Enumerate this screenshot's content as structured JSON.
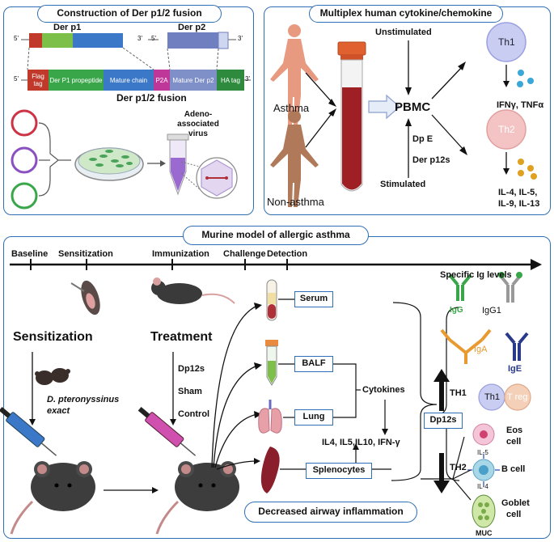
{
  "panel_a": {
    "title": "Construction of Der p1/2 fusion",
    "der_p1": "Der p1",
    "der_p2": "Der p2",
    "end5": "5'",
    "end3": "3'",
    "segments": [
      "Flag tag",
      "Der P1 propeptide",
      "Mature chain",
      "P2A",
      "Mature Der p2",
      "HA tag"
    ],
    "fusion_label": "Der p1/2  fusion",
    "aav_label": "Adeno-associated virus"
  },
  "panel_b": {
    "title": "Multiplex human cytokine/chemokine",
    "asthma": "Asthma",
    "non_asthma": "Non-asthma",
    "unstimulated": "Unstimulated",
    "stimulated": "Stimulated",
    "pbmc": "PBMC",
    "dp_e": "Dp E",
    "der_p12s": "Der p12s",
    "th1": "Th1",
    "th2": "Th2",
    "th1_cytokines": "IFNγ, TNFα",
    "th2_cytokines_line1": "IL-4, IL-5,",
    "th2_cytokines_line2": "IL-9, IL-13"
  },
  "panel_c": {
    "title": "Murine model of allergic asthma",
    "timeline": [
      "Baseline",
      "Sensitization",
      "Immunization",
      "Challenge",
      "Detection"
    ],
    "sensitization_heading": "Sensitization",
    "treatment_heading": "Treatment",
    "mite_line1": "D. pteronyssinus",
    "mite_line2": "exact",
    "treatments": [
      "Dp12s",
      "Sham",
      "Control"
    ],
    "samples": [
      "Serum",
      "BALF",
      "Lung",
      "Splenocytes"
    ],
    "cytokines_label": "Cytokines",
    "cytokine_list": "IL4, IL5,IL10, IFN-γ",
    "specific_ig": "Specific Ig levels",
    "ig_types": [
      "IgG",
      "IgG1",
      "IgA",
      "IgE"
    ],
    "th1_label": "TH1",
    "th2_label": "TH2",
    "dp12s_box": "Dp12s",
    "th1_cell": "Th1",
    "treg_cell": "T reg",
    "eos_line1": "Eos",
    "eos_line2": "cell",
    "il5": "IL-5",
    "b_cell": "B cell",
    "il4": "IL-4",
    "goblet_line1": "Goblet",
    "goblet_line2": "cell",
    "muc": "MUC",
    "conclusion": "Decreased airway inflammation"
  },
  "colors": {
    "border": "#2f6fb5",
    "flag": "#c0392b",
    "propeptide": "#3aa64a",
    "mature_chain": "#3c78c8",
    "p2a": "#c0379a",
    "der_p2": "#7f8fc8",
    "ha": "#2e8b3e",
    "th1": "#c9cdf2",
    "th2": "#f4c4c4"
  }
}
